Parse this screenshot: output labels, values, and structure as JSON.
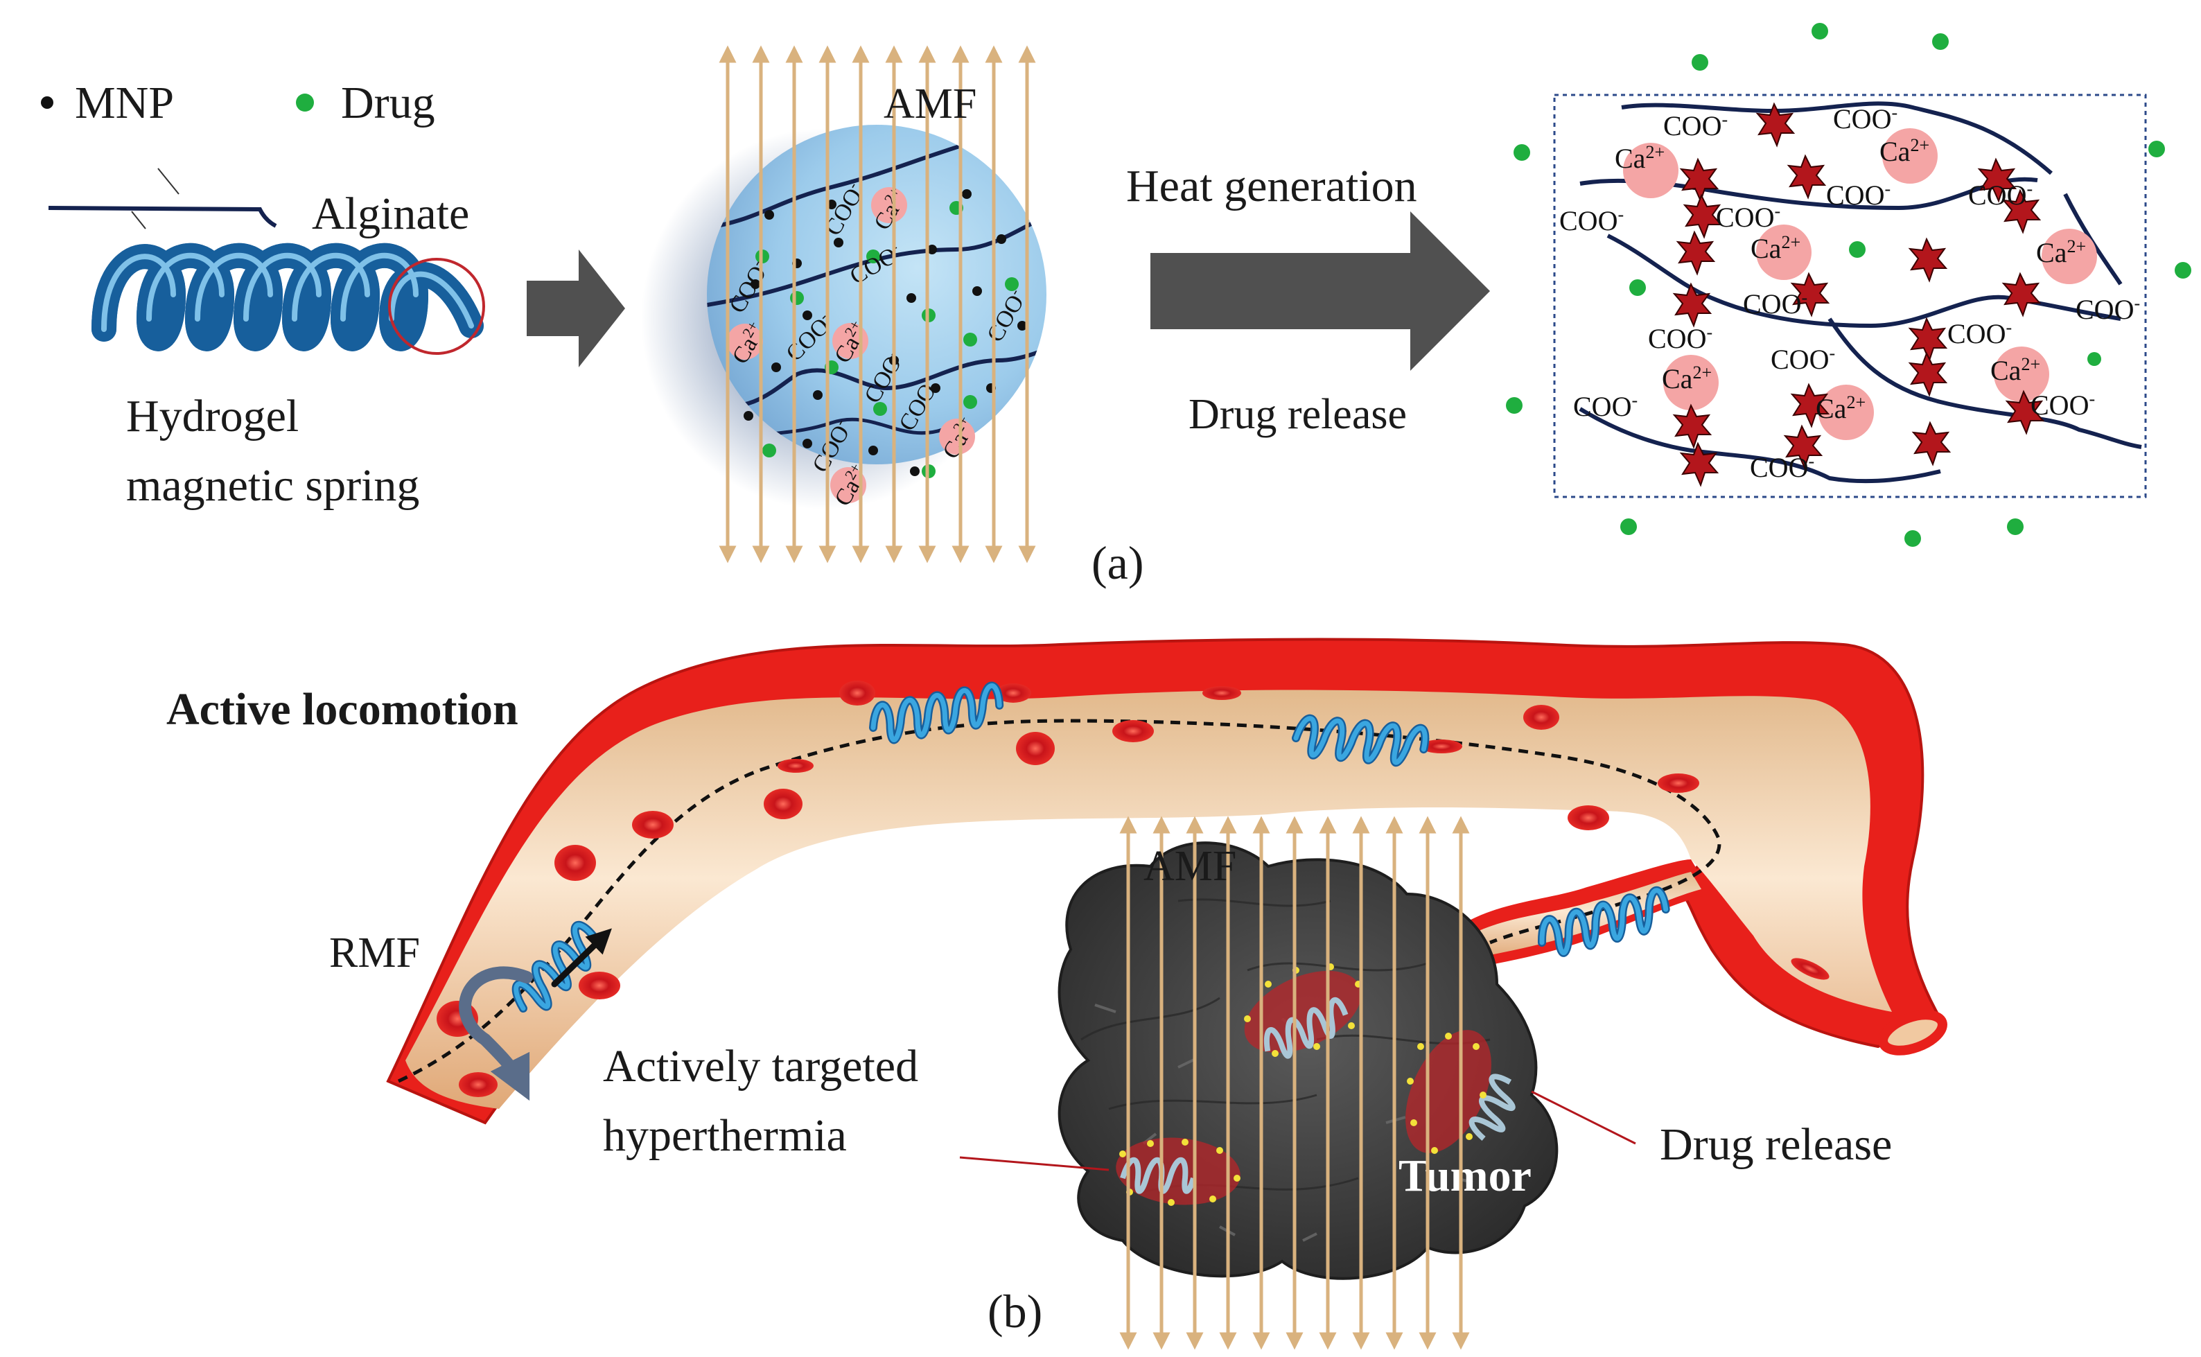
{
  "panel_a": {
    "legend": {
      "mnp": "MNP",
      "drug": "Drug",
      "alginate": "Alginate",
      "spring_line1": "Hydrogel",
      "spring_line2": "magnetic spring"
    },
    "amf": "AMF",
    "heat_generation": "Heat generation",
    "drug_release": "Drug release",
    "panel_label": "(a)",
    "chem": {
      "carboxylate": "COO",
      "superscript_minus": "-",
      "calcium": "Ca",
      "superscript_2plus": "2+"
    }
  },
  "panel_b": {
    "active_locomotion": "Active locomotion",
    "amf": "AMF",
    "rmf": "RMF",
    "hyperthermia_line1": "Actively   targeted",
    "hyperthermia_line2": "hyperthermia",
    "tumor": "Tumor",
    "drug_release": "Drug release",
    "panel_label": "(b)"
  },
  "colors": {
    "drug_green": "#1fae3f",
    "mnp_black": "#111111",
    "alginate_navy": "#14224f",
    "spring_blue": "#3aa6e0",
    "vessel_red": "#e8201b",
    "vessel_inner": "#f6d3ad",
    "tumor_gray": "#4a4a4a",
    "amf_arrow": "#d9b27e",
    "calcium_pink": "#f4a5a5",
    "arrow_gray": "#505050"
  }
}
